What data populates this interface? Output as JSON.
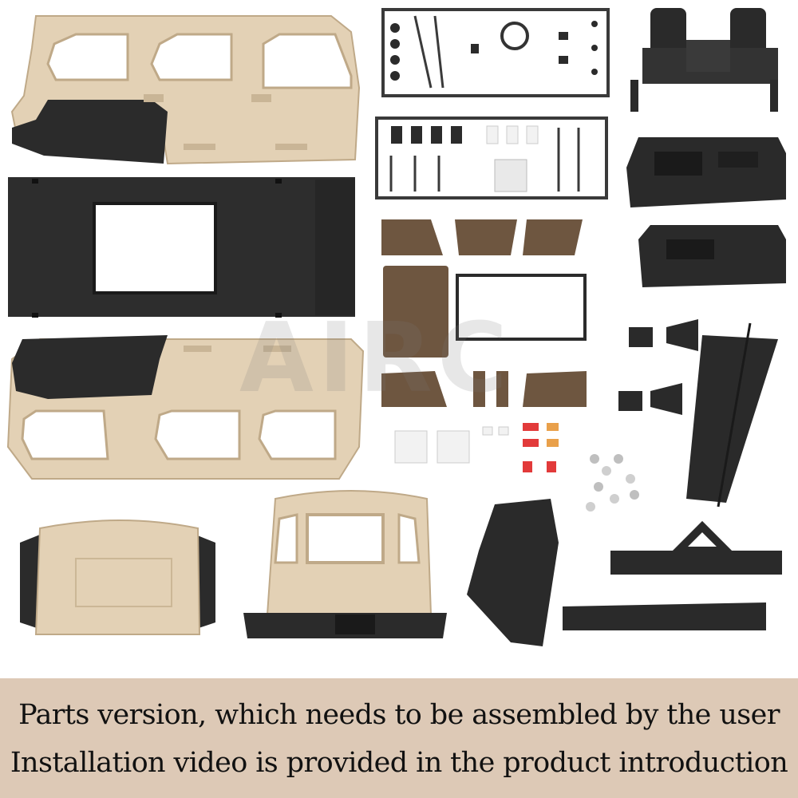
{
  "watermark": "AIRC",
  "caption": {
    "line1": "Parts version, which needs to be assembled by the user",
    "line2": "Installation video is provided in the product introduction"
  },
  "colors": {
    "tan": "#e3d1b5",
    "tan_edge": "#bfa988",
    "black": "#2b2b2b",
    "tint": "#6e5640",
    "caption_bg": "#ddc9b6",
    "sprue": "#3a3a3a",
    "clear": "#f2f2f2",
    "red_light": "#e23a3a"
  },
  "parts": [
    "left-body-side-panel",
    "roof-panel",
    "right-body-side-panel",
    "hood-panel",
    "rear-tailgate-panel",
    "dashboard-sprue",
    "light-accessory-sprue",
    "front-seats",
    "center-console",
    "center-console-lower",
    "window-glass-set",
    "side-step",
    "mirror-brackets",
    "screw-bag",
    "spare-tire-carrier",
    "rear-bumper-bar",
    "front-fender-part",
    "light-lenses"
  ]
}
